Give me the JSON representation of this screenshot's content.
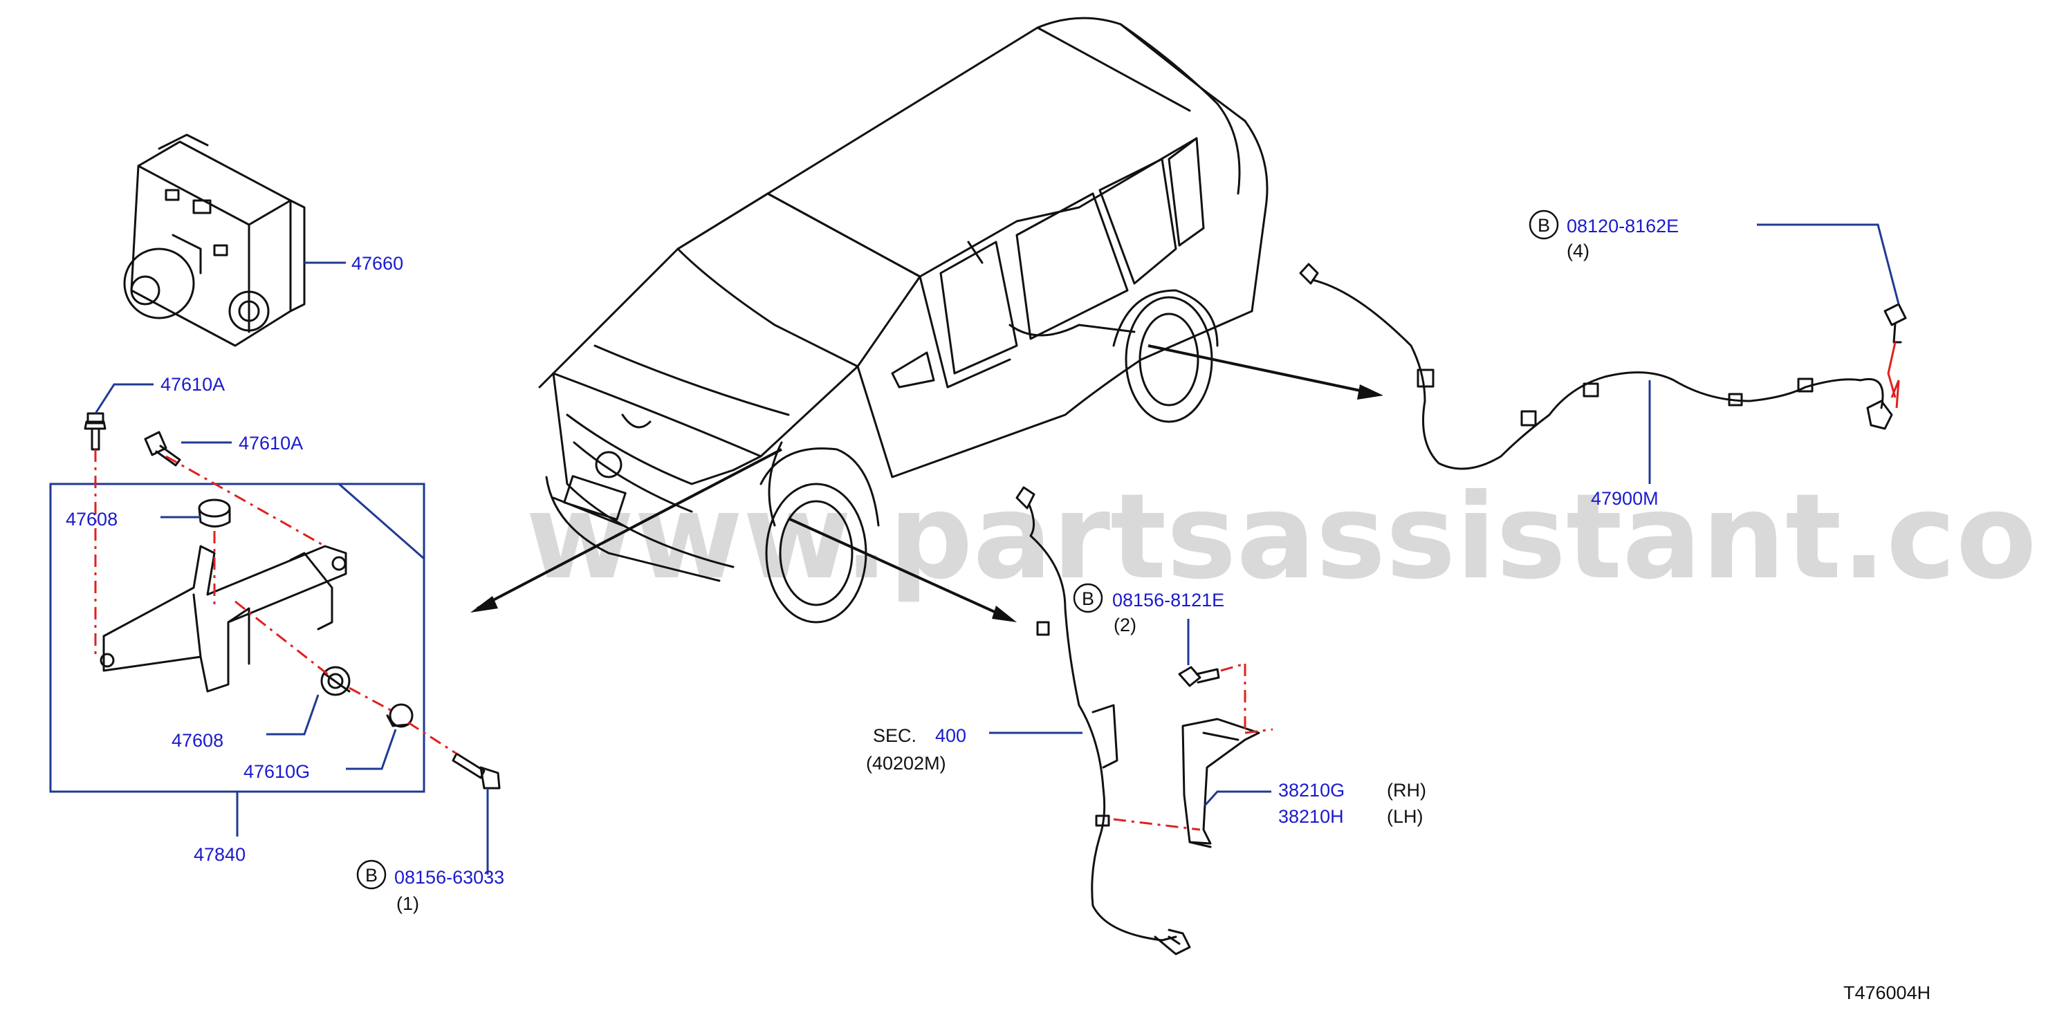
{
  "watermark": "www.partsassistant.com",
  "diagram_code": "T476004H",
  "labels": {
    "abs_actuator": "47660",
    "bolt_upper": "47610A",
    "bolt_mid": "47610A",
    "grommet_upper": "47608",
    "grommet_lower": "47608",
    "collar": "47610G",
    "bracket_assy": "47840",
    "bolt_b1_part": "08156-63033",
    "bolt_b1_qty": "(1)",
    "bolt_b2_part": "08156-8121E",
    "bolt_b2_qty": "(2)",
    "bolt_b4_part": "08120-8162E",
    "bolt_b4_qty": "(4)",
    "sec_prefix": "SEC.",
    "sec_number": "400",
    "sec_ref": "(40202M)",
    "rear_sensor": "47900M",
    "bracket_rh": "38210G",
    "bracket_rh_side": "(RH)",
    "bracket_lh": "38210H",
    "bracket_lh_side": "(LH)",
    "b_marker": "B"
  },
  "colors": {
    "label_blue": "#1a1acd",
    "leader_blue": "#1f3a93",
    "dash_red": "#e0201e",
    "line_black": "#111111"
  }
}
